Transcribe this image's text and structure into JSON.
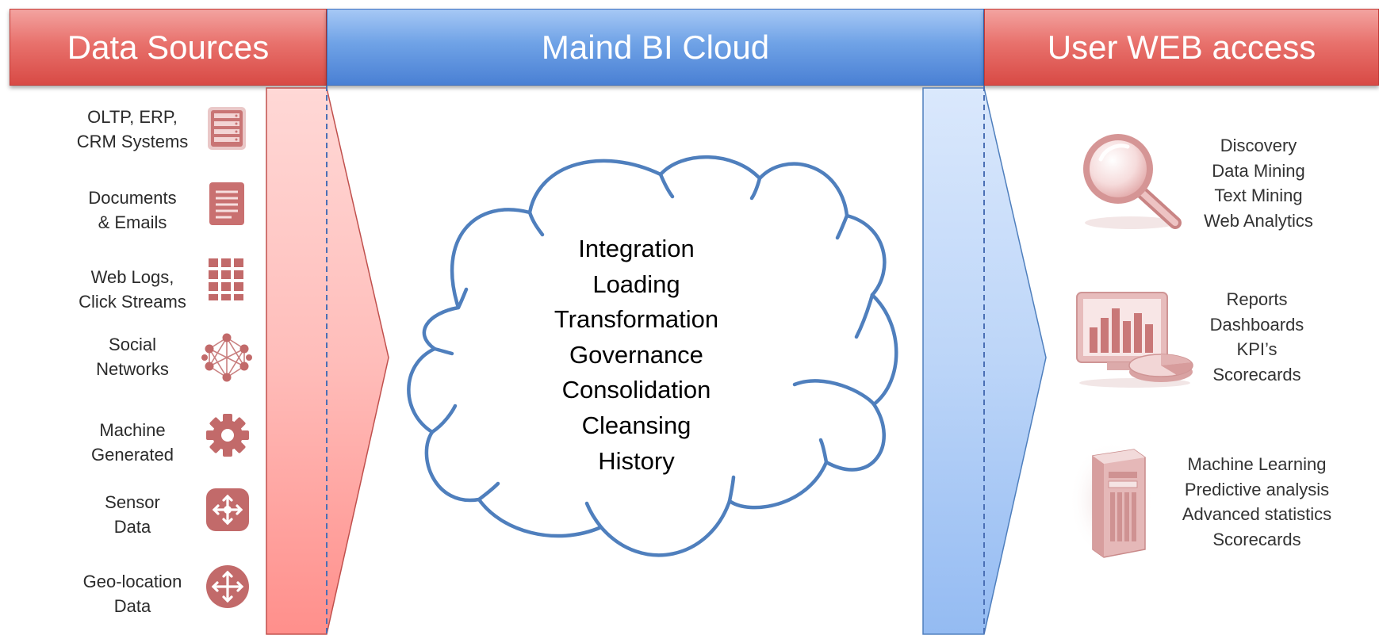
{
  "banners": {
    "left": "Data Sources",
    "center": "Maind BI Cloud",
    "right": "User WEB access"
  },
  "sources": [
    {
      "line1": "OLTP, ERP,",
      "line2": "CRM Systems",
      "icon": "server-stack-icon"
    },
    {
      "line1": "Documents",
      "line2": "& Emails",
      "icon": "document-icon"
    },
    {
      "line1": "Web Logs,",
      "line2": "Click Streams",
      "icon": "grid-icon"
    },
    {
      "line1": "Social",
      "line2": "Networks",
      "icon": "network-icon"
    },
    {
      "line1": "Machine",
      "line2": "Generated",
      "icon": "gear-icon"
    },
    {
      "line1": "Sensor",
      "line2": "Data",
      "icon": "sensor-icon"
    },
    {
      "line1": "Geo-location",
      "line2": "Data",
      "icon": "compass-icon"
    }
  ],
  "cloud": {
    "items": [
      "Integration",
      "Loading",
      "Transformation",
      "Governance",
      "Consolidation",
      "Cleansing",
      "History"
    ]
  },
  "outputs": [
    {
      "icon": "magnifier-icon",
      "lines": [
        "Discovery",
        "Data Mining",
        "Text Mining",
        "Web Analytics"
      ]
    },
    {
      "icon": "dashboard-chart-icon",
      "lines": [
        "Reports",
        "Dashboards",
        "KPI’s",
        "Scorecards"
      ]
    },
    {
      "icon": "server-tower-icon",
      "lines": [
        "Machine Learning",
        "Predictive analysis",
        "Advanced statistics",
        "Scorecards"
      ]
    }
  ],
  "colors": {
    "red_banner": "#d84a45",
    "blue_banner": "#4a80d4",
    "icon_red": "#c06a6a",
    "cloud_stroke": "#4f7fbd"
  }
}
